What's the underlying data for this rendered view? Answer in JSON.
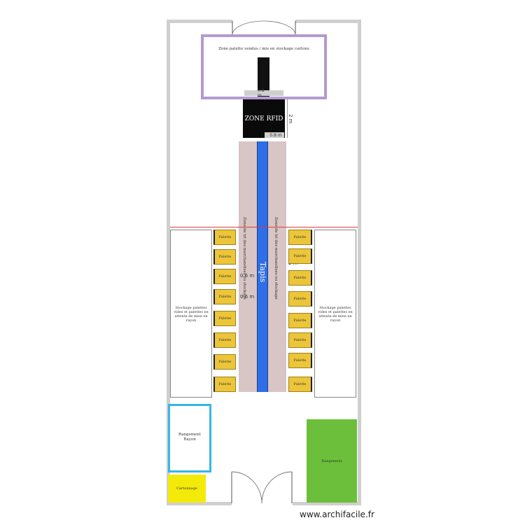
{
  "zones": {
    "top_box": "Zone palette vendus / mis en stockage cartons",
    "rfid": "ZONE RFID",
    "tapis": "Tapis",
    "belt_left_label": "Zone de tri des marchandises ou stockage",
    "belt_right_label": "Zone de tri des marchandises ou stockage",
    "left_storage": "Stockage palettes vides et palettes en attente de mise en rayon",
    "right_storage": "Stockage palettes vides et palettes en attente de mise en rayon",
    "left_blue_box": "Rangement Rayon",
    "green_box": "Rangement",
    "yellow_box": "Cartonnage"
  },
  "pallets_left": [
    "Palette",
    "Palette",
    "Palette",
    "Palette",
    "Palette",
    "Palette",
    "Palette",
    "Palette"
  ],
  "pallets_right": [
    "Palette",
    "Palette",
    "Palette",
    "Palette",
    "Palette",
    "Palette",
    "Palette",
    "Palette"
  ],
  "dimensions": {
    "rfid_height": "2 m",
    "belt_width": "0.6 m",
    "belt_gap": "0.6 m",
    "right_gap": "2 m",
    "rfid_top": "0.8 m",
    "rfid_bottom": "0.8 m"
  },
  "footer": "www.archifacile.fr",
  "colors": {
    "wall": "#cfcfcf",
    "belt_zone": "#d8c5c5",
    "belt": "#2e6ee6",
    "pallet": "#ecc539",
    "rfid": "#0a0a0a",
    "top_box_border": "#b49ad0",
    "blue_box_border": "#35b6e6",
    "green": "#6bbf3a",
    "yellow": "#f4ea0a",
    "red_line": "#e23a3a"
  }
}
